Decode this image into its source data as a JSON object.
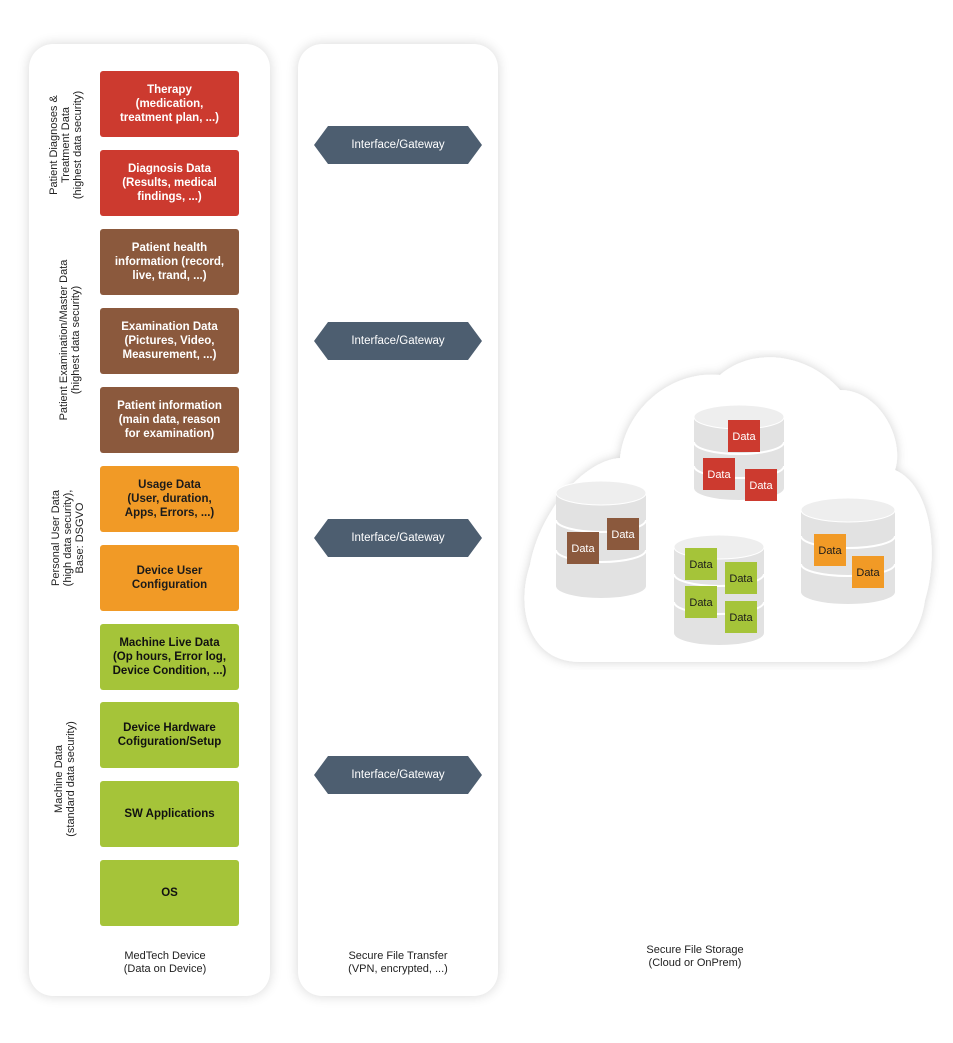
{
  "panels": {
    "device": {
      "caption": "MedTech Device\n(Data on Device)",
      "groups": [
        {
          "label": "Patient Diagnoses &\nTreatment Data\n(highest data security)"
        },
        {
          "label": "Patient Examination/Master Data\n(highest data security)"
        },
        {
          "label": "Personal User Data\n(high data security),\nBase: DSGVO"
        },
        {
          "label": "Machine Data\n(standard data security)"
        }
      ],
      "blocks": [
        {
          "label": "Therapy\n(medication,\ntreatment plan, ...)",
          "color": "#cc3a2f"
        },
        {
          "label": "Diagnosis Data\n(Results, medical\nfindings, ...)",
          "color": "#cc3a2f"
        },
        {
          "label": "Patient health\ninformation (record,\nlive, trand, ...)",
          "color": "#8b593d"
        },
        {
          "label": "Examination Data\n(Pictures, Video,\nMeasurement, ...)",
          "color": "#8b593d"
        },
        {
          "label": "Patient information\n(main data, reason\nfor examination)",
          "color": "#8b593d"
        },
        {
          "label": "Usage Data\n(User, duration,\nApps, Errors, ...)",
          "color": "#f19a26"
        },
        {
          "label": "Device User\nConfiguration",
          "color": "#f19a26"
        },
        {
          "label": "Machine Live Data\n(Op hours, Error log,\nDevice Condition, ...)",
          "color": "#a5c439"
        },
        {
          "label": "Device Hardware\nCofiguration/Setup",
          "color": "#a5c439"
        },
        {
          "label": "SW Applications",
          "color": "#a5c439"
        },
        {
          "label": "OS",
          "color": "#a5c439"
        }
      ]
    },
    "transfer": {
      "caption": "Secure File Transfer\n(VPN, encrypted, ...)",
      "gateways": [
        {
          "label": "Interface/Gateway"
        },
        {
          "label": "Interface/Gateway"
        },
        {
          "label": "Interface/Gateway"
        },
        {
          "label": "Interface/Gateway"
        }
      ]
    },
    "storage": {
      "caption": "Secure File Storage\n(Cloud or OnPrem)",
      "data_label": "Data"
    }
  },
  "colors": {
    "red": "#cc3a2f",
    "brown": "#8b593d",
    "orange": "#f19a26",
    "green": "#a5c439",
    "gateway": "#4d5e70"
  }
}
